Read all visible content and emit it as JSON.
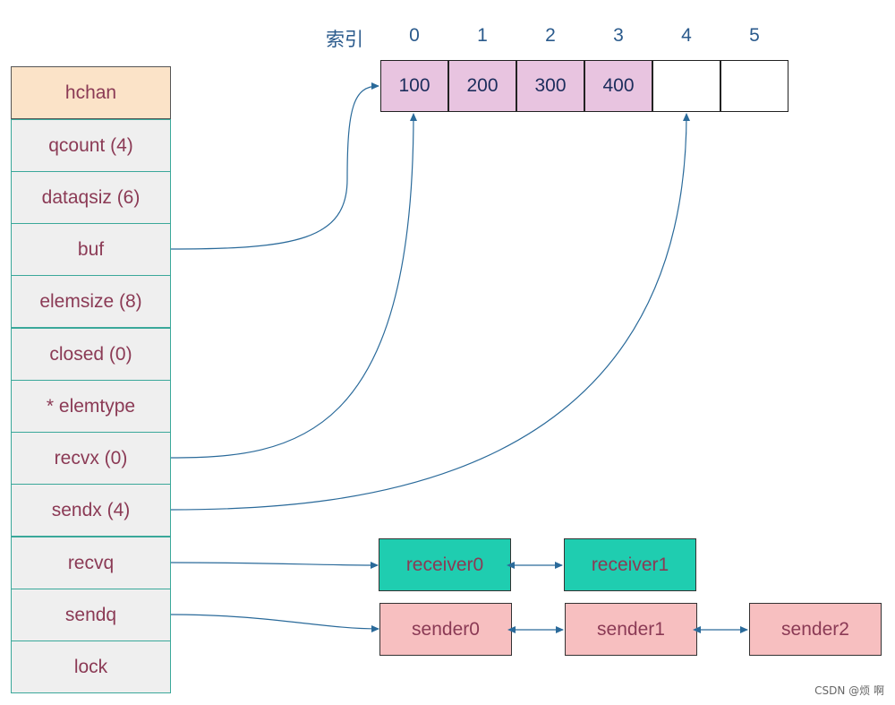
{
  "hchan": {
    "fields": [
      {
        "label": "hchan"
      },
      {
        "label": "qcount (4)"
      },
      {
        "label": "dataqsiz (6)"
      },
      {
        "label": "buf"
      },
      {
        "label": "elemsize (8)"
      },
      {
        "label": "closed (0)"
      },
      {
        "label": "* elemtype"
      },
      {
        "label": "recvx (0)"
      },
      {
        "label": "sendx (4)"
      },
      {
        "label": "recvq"
      },
      {
        "label": "sendq"
      },
      {
        "label": "lock"
      }
    ]
  },
  "buffer": {
    "index_title": "索引",
    "indices": [
      "0",
      "1",
      "2",
      "3",
      "4",
      "5"
    ],
    "cells": [
      "100",
      "200",
      "300",
      "400",
      "",
      ""
    ]
  },
  "receivers": [
    "receiver0",
    "receiver1"
  ],
  "senders": [
    "sender0",
    "sender1",
    "sender2"
  ],
  "colors": {
    "header_fill": "#fbe3c8",
    "field_fill": "#efefef",
    "field_border": "#3aa89a",
    "buffer_filled": "#e8c4e0",
    "receiver_fill": "#1fcdb0",
    "sender_fill": "#f7bfc0",
    "arrow": "#2a6a9a",
    "label_text": "#8b3a55"
  },
  "watermark": "CSDN @烦 啊"
}
